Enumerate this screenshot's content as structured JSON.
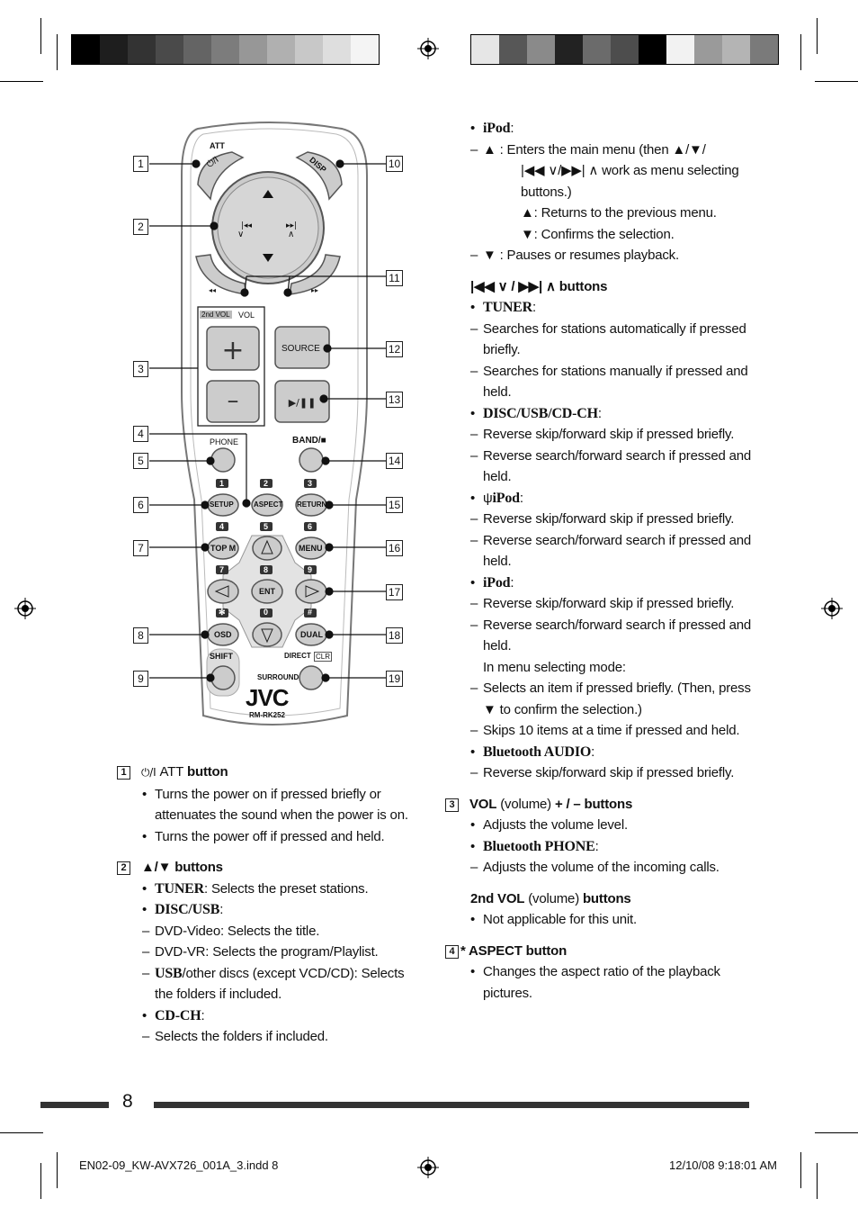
{
  "page_number": "8",
  "footer": {
    "file": "EN02-09_KW-AVX726_001A_3.indd   8",
    "date": "12/10/08   9:18:01 AM"
  },
  "remote": {
    "model": "RM-RK252",
    "brand": "JVC",
    "labels": {
      "att": "ATT",
      "disp": "DISP",
      "vol": "2nd VOL",
      "vol2": "VOL",
      "source": "SOURCE",
      "phone": "PHONE",
      "band": "BAND/■",
      "setup": "SETUP",
      "aspect": "ASPECT",
      "return": "RETURN",
      "topm": "TOP M",
      "menu": "MENU",
      "ent": "ENT",
      "osd": "OSD",
      "dual": "DUAL",
      "shift": "SHIFT",
      "direct": "DIRECT",
      "clr": "CLR",
      "surround": "SURROUND",
      "n1": "1",
      "n2": "2",
      "n3": "3",
      "n4": "4",
      "n5": "5",
      "n6": "6",
      "n7": "7",
      "n8": "8",
      "n9": "9",
      "n0": "0",
      "star": "✻",
      "hash": "#"
    },
    "callouts_left": [
      "1",
      "2",
      "3",
      "4",
      "5",
      "6",
      "7",
      "8",
      "9"
    ],
    "callouts_right": [
      "10",
      "11",
      "12",
      "13",
      "14",
      "15",
      "16",
      "17",
      "18",
      "19"
    ]
  },
  "left_col": {
    "s1_num": "1",
    "s1_title_att": "ATT",
    "s1_title": "button",
    "s1_b1": "Turns the power on if pressed briefly or attenuates the sound when the power is on.",
    "s1_b2": "Turns the power off if pressed and held.",
    "s2_num": "2",
    "s2_title": "buttons",
    "s2_tuner": "TUNER",
    "s2_tuner_t": ": Selects the preset stations.",
    "s2_disc": "DISC/USB",
    "s2_d1": "DVD-Video: Selects the title.",
    "s2_d2": "DVD-VR: Selects the program/Playlist.",
    "s2_d3a": "USB",
    "s2_d3b": "/other discs (except VCD/CD): Selects the folders if included.",
    "s2_cdch": "CD-CH",
    "s2_c1": "Selects the folders if included."
  },
  "right_col": {
    "ipod": "iPod",
    "ipod_up": ": Enters the main menu (then",
    "ipod_up2": "work as menu selecting buttons.)",
    "ipod_up3": ": Returns to the previous menu.",
    "ipod_up4": ": Confirms the selection.",
    "ipod_down": ": Pauses or resumes playback.",
    "skip_title": "buttons",
    "tuner": "TUNER",
    "tuner_1": "Searches for stations automatically if pressed briefly.",
    "tuner_2": "Searches for stations manually if pressed and held.",
    "disc": "DISC/USB/CD-CH",
    "disc_1": "Reverse skip/forward skip if pressed briefly.",
    "disc_2": "Reverse search/forward search if pressed and held.",
    "uipod": "iPod",
    "uipod_1": "Reverse skip/forward skip if pressed briefly.",
    "uipod_2": "Reverse search/forward search if pressed and held.",
    "ipod2": "iPod",
    "ipod2_1": "Reverse skip/forward skip if pressed briefly.",
    "ipod2_2": "Reverse search/forward search if pressed and held.",
    "menu_mode": "In menu selecting mode:",
    "menu_1a": "Selects an item if pressed briefly. (Then, press",
    "menu_1b": "to confirm the selection.)",
    "menu_2": "Skips 10 items at a time if pressed and held.",
    "bt_audio": "Bluetooth AUDIO",
    "bt_1": "Reverse skip/forward skip if pressed briefly.",
    "s3_num": "3",
    "s3_vol": "VOL",
    "s3_volume": " (volume) ",
    "s3_title": "+ / – buttons",
    "s3_b1": "Adjusts the volume level.",
    "bt_phone": "Bluetooth PHONE",
    "bt_phone_1": "Adjusts the volume of the incoming calls.",
    "vol2_a": "2nd VOL",
    "vol2_b": " (volume) ",
    "vol2_c": "buttons",
    "vol2_1": "Not applicable for this unit.",
    "s4_num": "4",
    "s4_title": "* ASPECT button",
    "s4_b1": "Changes the aspect ratio of the playback pictures."
  }
}
